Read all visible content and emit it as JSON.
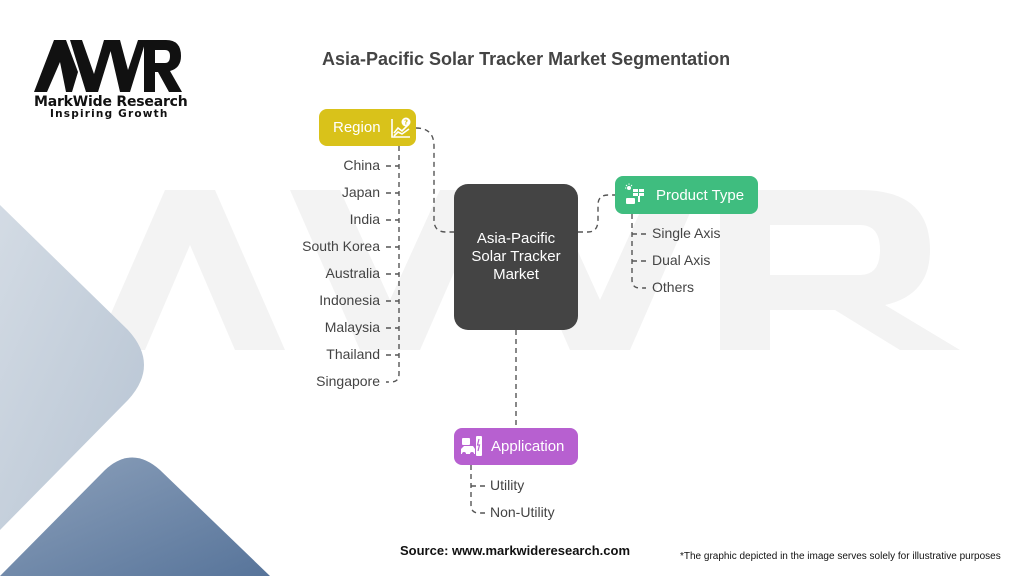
{
  "logo": {
    "mark": "MWR",
    "name": "MarkWide Research",
    "tagline": "Inspiring Growth"
  },
  "title": "Asia-Pacific Solar Tracker Market Segmentation",
  "center": {
    "label": "Asia-Pacific Solar Tracker Market",
    "color": "#444444"
  },
  "segments": {
    "region": {
      "label": "Region",
      "icon": "chart-question-icon",
      "color": "#d9c21a",
      "items": [
        "China",
        "Japan",
        "India",
        "South Korea",
        "Australia",
        "Indonesia",
        "Malaysia",
        "Thailand",
        "Singapore"
      ]
    },
    "product_type": {
      "label": "Product Type",
      "icon": "solar-panel-icon",
      "color": "#3fbd7f",
      "items": [
        "Single Axis",
        "Dual Axis",
        "Others"
      ]
    },
    "application": {
      "label": "Application",
      "icon": "ev-charging-icon",
      "color": "#b760d0",
      "items": [
        "Utility",
        "Non-Utility"
      ]
    }
  },
  "footer": {
    "source": "Source: www.markwideresearch.com",
    "disclaimer": "*The graphic depicted in the image serves solely for illustrative purposes"
  }
}
